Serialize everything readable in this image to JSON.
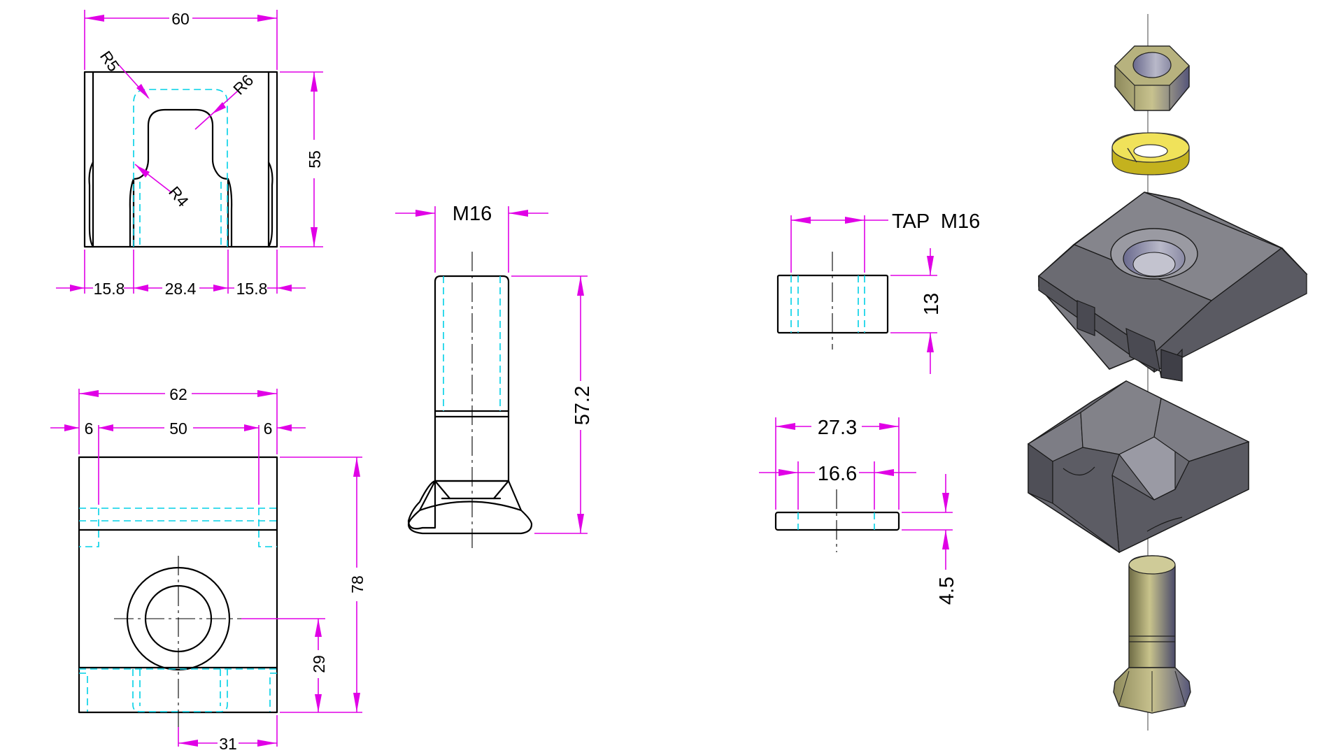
{
  "views": {
    "clamp_top": {
      "dims": {
        "width": "60",
        "height": "55",
        "left": "15.8",
        "slot": "28.4",
        "right": "15.8"
      },
      "radii": {
        "r5": "R5",
        "r6": "R6",
        "r4": "R4"
      }
    },
    "clamp_front": {
      "dims": {
        "overall": "62",
        "edge_left": "6",
        "middle": "50",
        "edge_right": "6",
        "height": "78",
        "hole_height": "29",
        "hole_offset": "31"
      }
    },
    "bolt": {
      "dims": {
        "thread": "M16",
        "length": "57.2"
      }
    },
    "nut": {
      "dims": {
        "tap": "TAP  M16",
        "height": "13"
      }
    },
    "washer": {
      "dims": {
        "outer": "27.3",
        "inner": "16.6",
        "thickness": "4.5"
      }
    }
  },
  "colors": {
    "object_line": "#000000",
    "hidden_line": "#00d0e6",
    "dimension_line": "#e000e6",
    "part_gray": "#6f6f75",
    "washer_yellow": "#e8d43a",
    "bolt_olive": "#8f8c60"
  },
  "assembly_parts": [
    "hex-nut",
    "spring-washer",
    "clamp-top-plate",
    "clamp-base",
    "bolt"
  ]
}
